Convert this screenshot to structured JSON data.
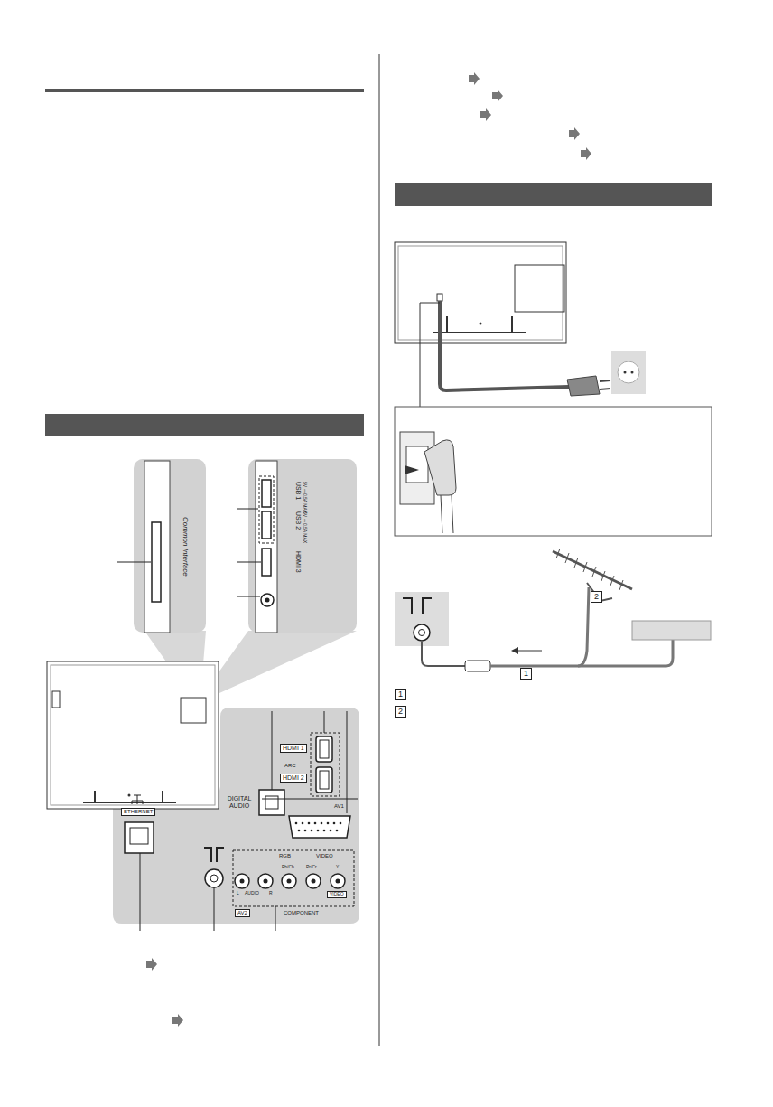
{
  "diagram": {
    "labels": [
      "Common Interface",
      "USB 1",
      "5V ⎓ 0.5A MAX",
      "USB 2",
      "5V ⎓ 0.5A MAX",
      "HDMI 3",
      "HDMI 1",
      "ARC",
      "HDMI 2",
      "DIGITAL AUDIO",
      "AV1",
      "ETHERNET",
      "RGB",
      "VIDEO",
      "Pb/Cb",
      "Pr/Cr",
      "Y",
      "L",
      "AUDIO",
      "R",
      "VIDEO",
      "AV2",
      "COMPONENT",
      "1",
      "2",
      "1",
      "2"
    ]
  }
}
